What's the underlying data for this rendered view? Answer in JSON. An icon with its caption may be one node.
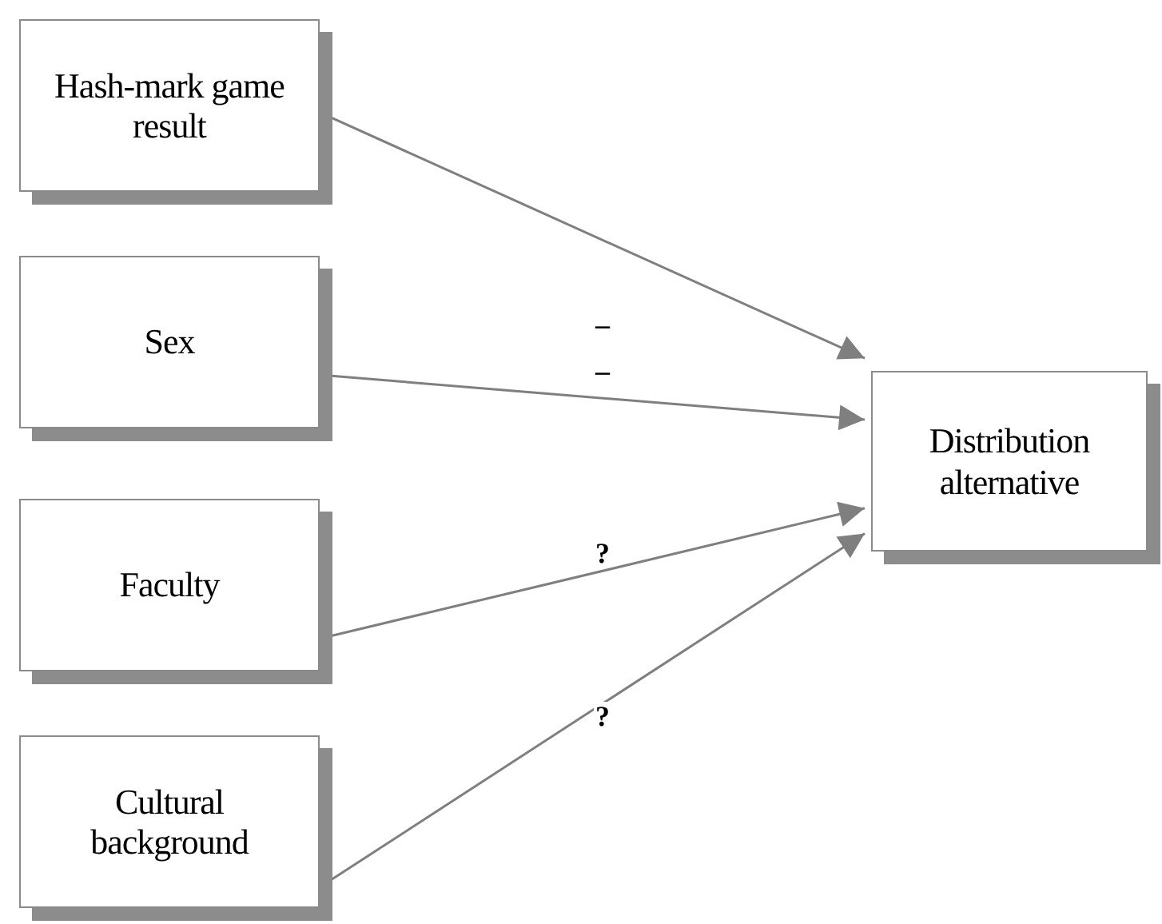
{
  "diagram": {
    "nodes": [
      {
        "text": [
          "Hash-mark game result"
        ]
      },
      {
        "text": [
          "Sex"
        ]
      },
      {
        "text": [
          "Faculty"
        ]
      },
      {
        "text": [
          "Cultural background"
        ]
      },
      {
        "text": [
          "Distribution alternative"
        ]
      }
    ],
    "edges": [
      {
        "from": 0,
        "to": 4,
        "arrow": "to",
        "label": "–"
      },
      {
        "from": 1,
        "to": 4,
        "arrow": "to",
        "label": "–"
      },
      {
        "from": 2,
        "to": 4,
        "arrow": "to",
        "label": "?"
      },
      {
        "from": 3,
        "to": 4,
        "arrow": "to",
        "label": "?"
      }
    ]
  }
}
